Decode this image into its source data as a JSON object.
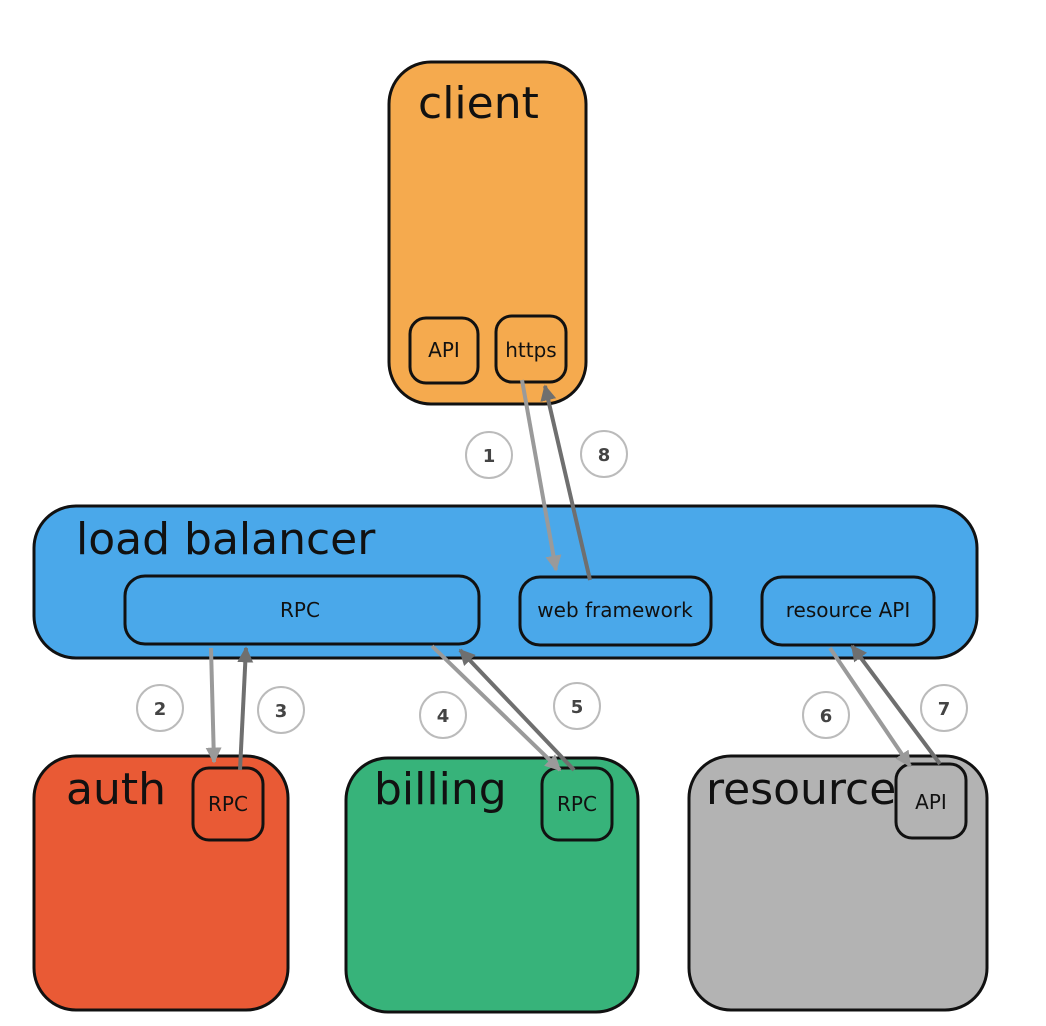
{
  "colors": {
    "client": "#f5aa4e",
    "load_balancer": "#4aa8ea",
    "auth": "#e95a35",
    "billing": "#37b37a",
    "resource": "#b3b3b3",
    "arrow_request": "#9a9a9a",
    "arrow_response": "#6f6f6f"
  },
  "client": {
    "title": "client",
    "components": {
      "api": "API",
      "https": "https"
    }
  },
  "load_balancer": {
    "title": "load balancer",
    "components": {
      "rpc": "RPC",
      "web_framework": "web framework",
      "resource_api": "resource API"
    }
  },
  "auth": {
    "title": "auth",
    "component": "RPC"
  },
  "billing": {
    "title": "billing",
    "component": "RPC"
  },
  "resource": {
    "title": "resource",
    "component": "API"
  },
  "steps": [
    "1",
    "8",
    "2",
    "3",
    "4",
    "5",
    "6",
    "7"
  ]
}
